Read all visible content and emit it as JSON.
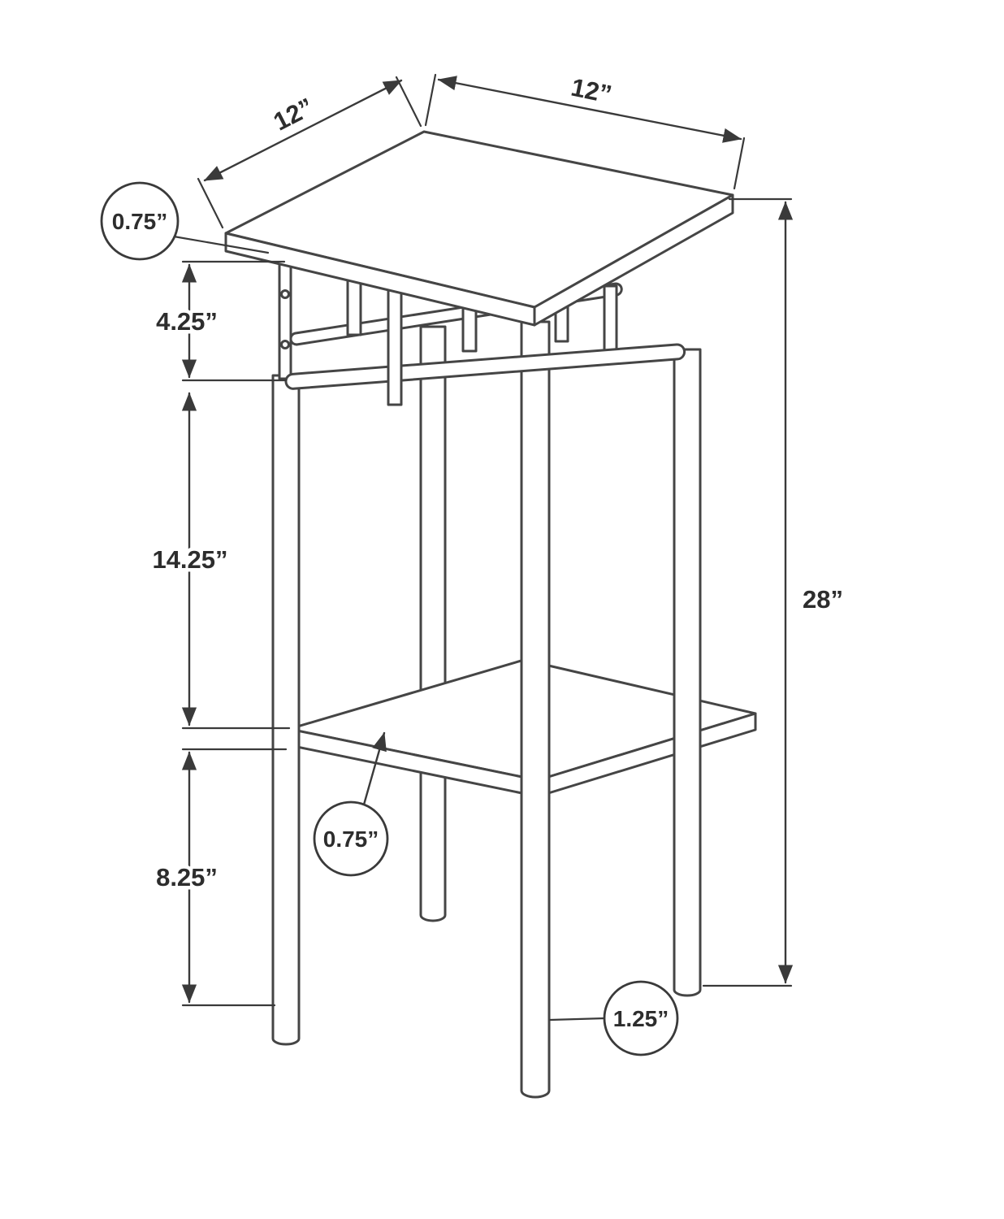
{
  "diagram": {
    "subject": "accent table line drawing with dimensions",
    "background": "#ffffff",
    "line_color": "#3a3a3a",
    "labels": {
      "top_width": "12”",
      "top_depth": "12”",
      "top_thickness": "0.75”",
      "apron_height": "4.25”",
      "shelf_clearance": "14.25”",
      "lower_clearance": "8.25”",
      "overall_height": "28”",
      "shelf_thickness": "0.75”",
      "leg_diameter": "1.25”"
    }
  }
}
